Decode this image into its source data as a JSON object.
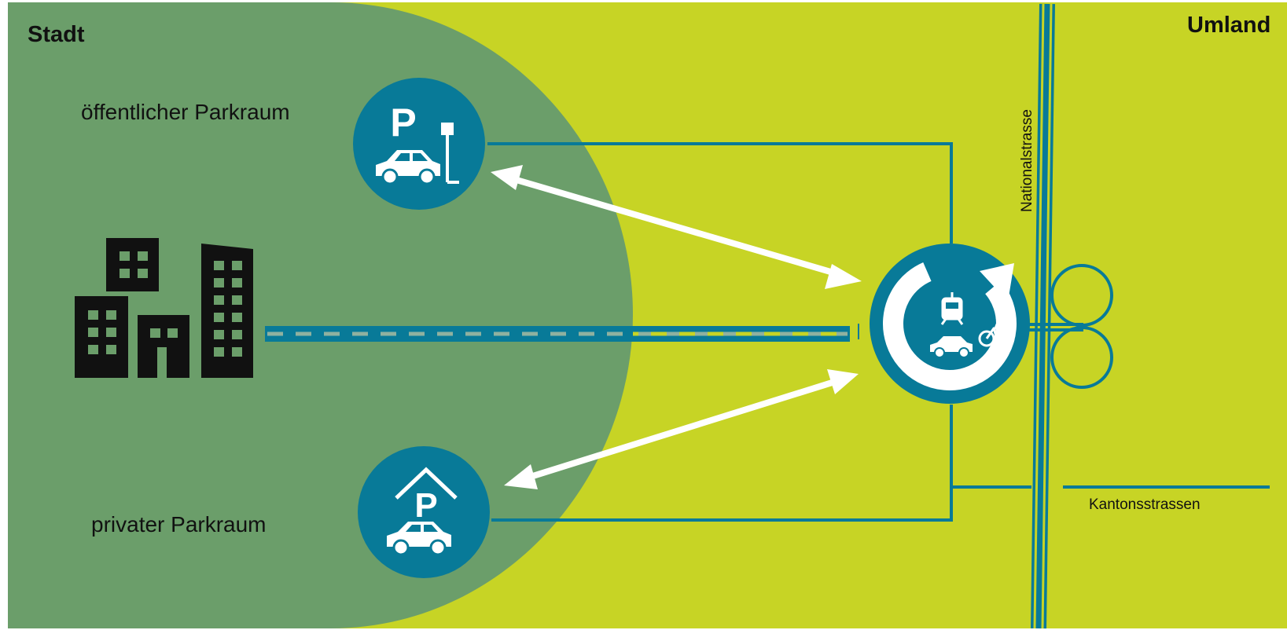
{
  "regions": {
    "city_label": "Stadt",
    "surrounding_label": "Umland"
  },
  "parking": {
    "public_label": "öffentlicher Parkraum",
    "private_label": "privater Parkraum"
  },
  "roads": {
    "national_label": "Nationalstrasse",
    "cantonal_label": "Kantonsstrassen"
  },
  "colors": {
    "city_green": "#6b9e6a",
    "surrounding_lime": "#c7d425",
    "teal": "#087a98",
    "white": "#ffffff",
    "black": "#111111"
  },
  "icons": [
    "parking-p-icon",
    "car-icon",
    "street-lamp-icon",
    "garage-roof-icon",
    "tram-icon",
    "bicycle-icon",
    "rotation-arrow-icon",
    "buildings-icon"
  ]
}
